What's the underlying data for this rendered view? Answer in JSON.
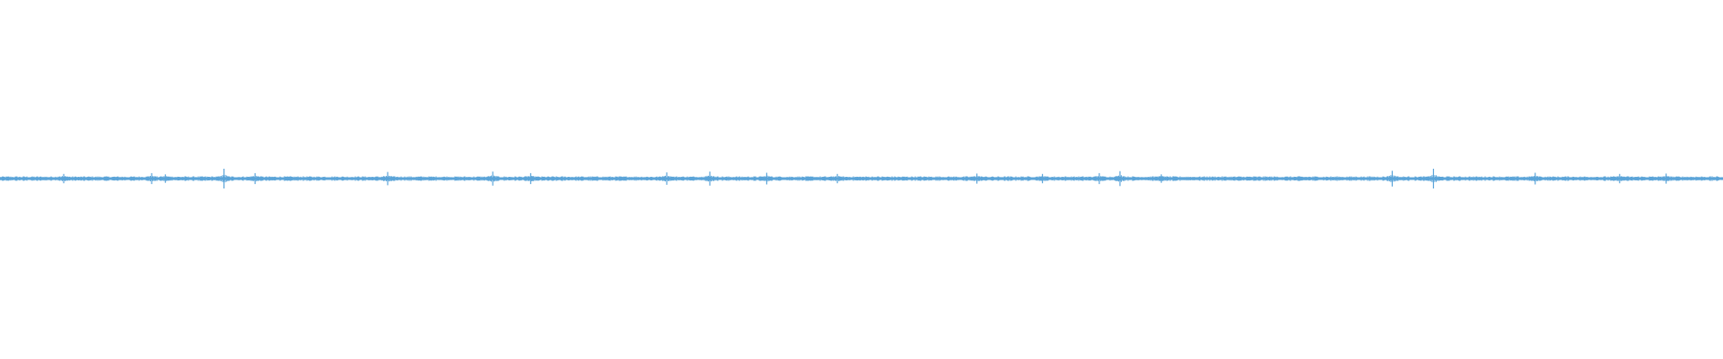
{
  "waveform": {
    "color": "#5ba4d8",
    "background": "#ffffff",
    "spikes": [
      {
        "t": 0.037,
        "a": 0.35
      },
      {
        "t": 0.088,
        "a": 0.45
      },
      {
        "t": 0.096,
        "a": 0.3
      },
      {
        "t": 0.13,
        "a": 1.0
      },
      {
        "t": 0.148,
        "a": 0.45
      },
      {
        "t": 0.225,
        "a": 0.6
      },
      {
        "t": 0.286,
        "a": 0.65
      },
      {
        "t": 0.308,
        "a": 0.45
      },
      {
        "t": 0.387,
        "a": 0.55
      },
      {
        "t": 0.412,
        "a": 0.65
      },
      {
        "t": 0.445,
        "a": 0.5
      },
      {
        "t": 0.486,
        "a": 0.35
      },
      {
        "t": 0.567,
        "a": 0.4
      },
      {
        "t": 0.605,
        "a": 0.35
      },
      {
        "t": 0.638,
        "a": 0.45
      },
      {
        "t": 0.65,
        "a": 0.7
      },
      {
        "t": 0.674,
        "a": 0.3
      },
      {
        "t": 0.808,
        "a": 0.75
      },
      {
        "t": 0.832,
        "a": 1.0
      },
      {
        "t": 0.891,
        "a": 0.5
      },
      {
        "t": 0.94,
        "a": 0.35
      },
      {
        "t": 0.967,
        "a": 0.4
      }
    ]
  }
}
